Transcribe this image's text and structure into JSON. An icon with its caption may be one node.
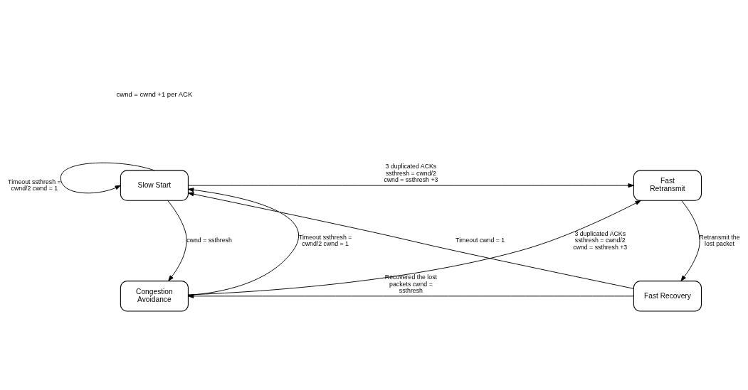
{
  "diagram": {
    "nodes": [
      {
        "text": [
          "Slow Start"
        ]
      },
      {
        "text": [
          "Fast Retransmit"
        ]
      },
      {
        "text": [
          "Congestion Avoidance"
        ]
      },
      {
        "text": [
          "Fast Recovery"
        ]
      }
    ],
    "edges": [
      {
        "from": 0,
        "to": 0,
        "arrow": "to",
        "label": "Timeout ssthresh = cwnd/2 cwnd = 1"
      },
      {
        "from": 0,
        "to": 1,
        "arrow": "to",
        "label": "3 duplicated ACKs ssthresh = cwnd/2 cwnd = ssthresh +3"
      },
      {
        "from": 2,
        "to": 0,
        "arrow": "to",
        "label": "Timeout ssthresh = cwnd/2 cwnd = 1"
      },
      {
        "from": 0,
        "to": 2,
        "arrow": "to",
        "label": "cwnd = ssthresh"
      },
      {
        "from": 2,
        "to": 1,
        "arrow": "to",
        "label": "3 duplicated ACKs ssthresh = cwnd/2 cwnd = ssthresh +3"
      },
      {
        "from": 1,
        "to": 3,
        "arrow": "to",
        "label": "Retransmit the lost packet"
      },
      {
        "from": 3,
        "to": 2,
        "arrow": "to",
        "label": "Recovered the lost packets cwnd = ssthresh"
      },
      {
        "from": 3,
        "to": 0,
        "arrow": "to",
        "label": "Timeout cwnd = 1"
      }
    ],
    "labels": [
      "cwnd = cwnd +1 per ACK"
    ]
  }
}
